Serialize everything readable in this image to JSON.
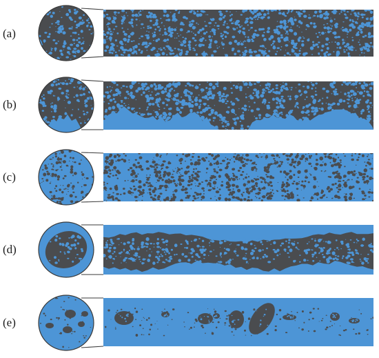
{
  "colors": {
    "dark": "#4a4c4f",
    "blue": "#4d95d6",
    "line": "#3a3a3a",
    "background": "#ffffff"
  },
  "panels": [
    {
      "label": "(a)",
      "matrix": "dark",
      "inclusions": "blue",
      "pattern": "fine-dispersed"
    },
    {
      "label": "(b)",
      "matrix": "dark",
      "inclusions": "blue",
      "pattern": "bottom-erosion"
    },
    {
      "label": "(c)",
      "matrix": "blue",
      "inclusions": "dark",
      "pattern": "fine-dispersed"
    },
    {
      "label": "(d)",
      "matrix": "blue",
      "inclusions": "dark",
      "pattern": "central-band"
    },
    {
      "label": "(e)",
      "matrix": "blue",
      "inclusions": "dark",
      "pattern": "large-clusters"
    }
  ]
}
